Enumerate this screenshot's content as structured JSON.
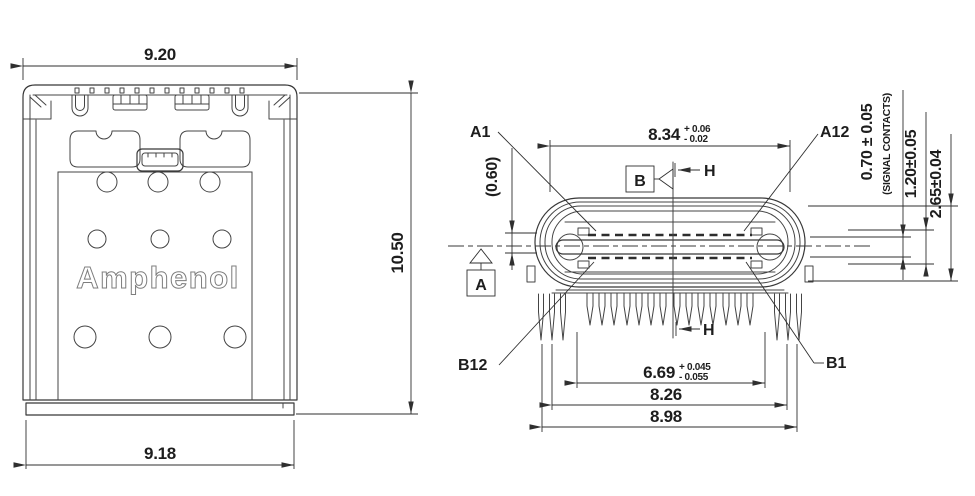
{
  "brand": "Amphenol",
  "top_view": {
    "dim_width_top": "9.20",
    "dim_height": "10.50",
    "dim_width_bottom": "9.18"
  },
  "front_view": {
    "dim_mouth": {
      "value": "8.34",
      "tol_plus": "+ 0.06",
      "tol_minus": "- 0.02"
    },
    "dim_ref": "(0.60)",
    "dim_contacts": {
      "value": "6.69",
      "tol_plus": "+ 0.045",
      "tol_minus": "- 0.055"
    },
    "dim_shell_inner": "8.26",
    "dim_shell_outer": "8.98",
    "dim_signal": "0.70 ± 0.05",
    "dim_signal_note": "(SIGNAL CONTACTS)",
    "dim_tongue": "1.20±0.05",
    "dim_height": "2.65±0.04",
    "pin_a1": "A1",
    "pin_a12": "A12",
    "pin_b1": "B1",
    "pin_b12": "B12",
    "datum_a": "A",
    "datum_b": "B",
    "section_h": "H"
  }
}
